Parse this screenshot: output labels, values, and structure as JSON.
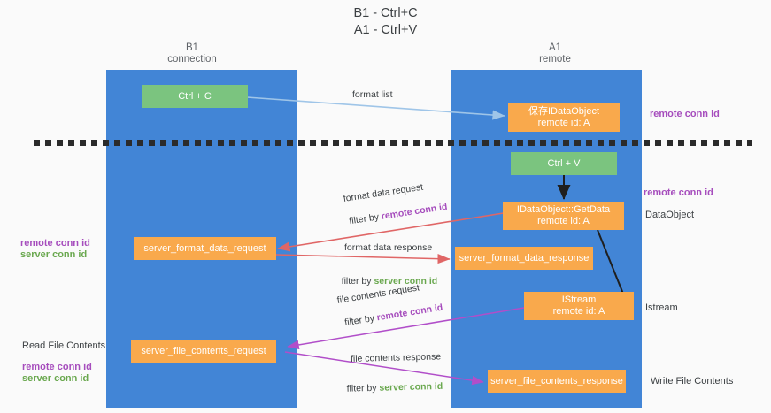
{
  "title": "B1 - Ctrl+C\nA1 - Ctrl+V",
  "columns": [
    {
      "name": "b1",
      "heading": "B1\nconnection"
    },
    {
      "name": "a1",
      "heading": "A1\nremote"
    }
  ],
  "colors": {
    "lane": "#4285d6",
    "green_node": "#7bc47f",
    "orange_node": "#f9a94c",
    "remote_conn_id": "#a64dbd",
    "server_conn_id": "#6aa84f",
    "arrow_blue": "#9fc5e8",
    "arrow_red": "#e06666",
    "arrow_purple": "#b14ec9",
    "arrow_black": "#1f1f1f",
    "background": "#fafafa"
  },
  "nodes": {
    "ctrl_c": "Ctrl + C",
    "ctrl_v": "Ctrl + V",
    "save_dataobject_l1": "保存IDataObject",
    "save_dataobject_l2": "remote id: A",
    "getdata_l1": "IDataObject::GetData",
    "getdata_l2": "remote id: A",
    "istream_l1": "IStream",
    "istream_l2": "remote id: A",
    "server_format_data_request": "server_format_data_request",
    "server_format_data_response": "server_format_data_response",
    "server_file_contents_request": "server_file_contents_request",
    "server_file_contents_response": "server_file_contents_response"
  },
  "edge_labels": {
    "format_list": "format list",
    "format_data_request": "format data request",
    "format_data_request_filter_prefix": "filter by ",
    "format_data_request_filter_key": "remote conn id",
    "format_data_response": "format data response",
    "format_data_response_filter_prefix": "filter by ",
    "format_data_response_filter_key": "server conn id",
    "file_contents_request": "file contents request",
    "file_contents_request_filter_prefix": "filter by ",
    "file_contents_request_filter_key": "remote conn id",
    "file_contents_response": "file contents response",
    "file_contents_response_filter_prefix": "filter by ",
    "file_contents_response_filter_key": "server conn id"
  },
  "annotations": {
    "right_remote_conn_id_top": "remote conn id",
    "right_remote_conn_id_mid": "remote conn id",
    "right_dataobject": "DataObject",
    "right_istream": "Istream",
    "right_write_file_contents": "Write File Contents",
    "left_remote_conn_id_mid": "remote conn id",
    "left_server_conn_id_mid": "server conn id",
    "left_read_file_contents": "Read File Contents",
    "left_remote_conn_id_bottom": "remote conn id",
    "left_server_conn_id_bottom": "server conn id"
  }
}
